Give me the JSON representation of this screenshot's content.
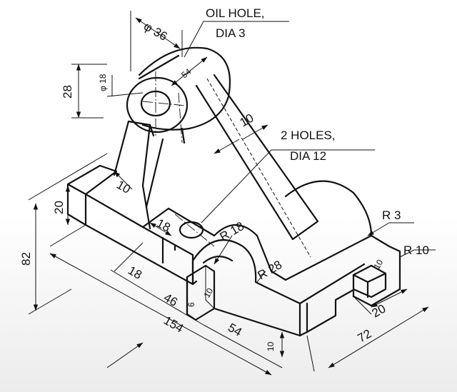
{
  "notes": {
    "oil_hole_line1": "OIL HOLE,",
    "oil_hole_line2": "DIA 3",
    "holes_line1": "2 HOLES,",
    "holes_line2": "DIA 12"
  },
  "dimensions": {
    "phi36": "φ 36",
    "d54_top": "54",
    "d28": "28",
    "phi18": "φ 18",
    "d10_rib": "10",
    "d10_left": "10",
    "d20": "20",
    "d82": "82",
    "d18_top": "18",
    "r18": "R 18",
    "r28": "R 28",
    "r3": "R 3",
    "r10": "R 10",
    "d18_bottom": "18",
    "d46": "46",
    "d154": "154",
    "d54_bottom": "54",
    "d6": "6",
    "d10_slot": "10",
    "d20_right": "20",
    "d72": "72",
    "d10_step": "10",
    "d10_small": "10"
  }
}
